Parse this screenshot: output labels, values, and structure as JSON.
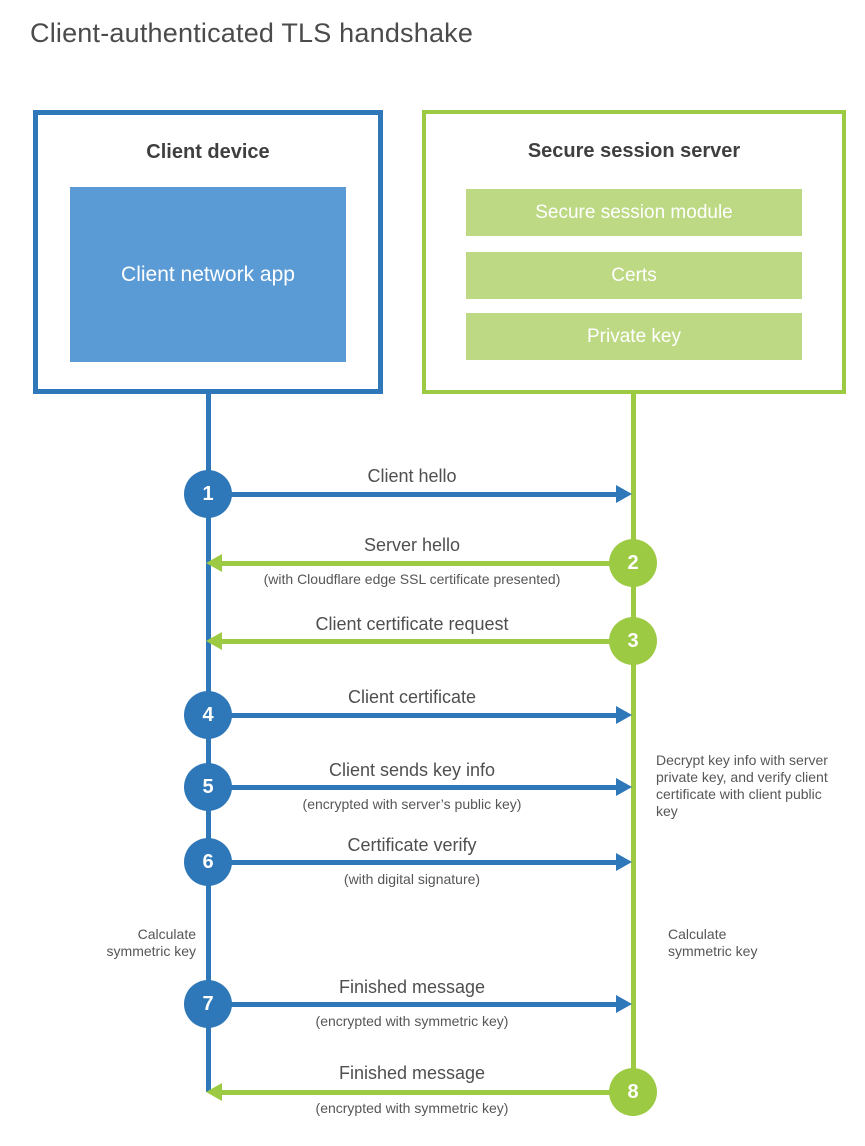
{
  "title": "Client-authenticated TLS handshake",
  "colors": {
    "client_accent": "#2e77b8",
    "client_fill": "#5b9bd5",
    "server_accent": "#9cca43",
    "server_fill": "#bdd983",
    "heading_text": "#3f3f3f",
    "label_text": "#4f4f4f"
  },
  "client": {
    "title": "Client device",
    "app_label": "Client network app"
  },
  "server": {
    "title": "Secure session server",
    "modules": [
      "Secure session module",
      "Certs",
      "Private key"
    ]
  },
  "messages": [
    {
      "num": "1",
      "label": "Client hello",
      "sub": "",
      "direction": "client-to-server"
    },
    {
      "num": "2",
      "label": "Server hello",
      "sub": "(with Cloudflare edge SSL certificate presented)",
      "direction": "server-to-client"
    },
    {
      "num": "3",
      "label": "Client certificate request",
      "sub": "",
      "direction": "server-to-client"
    },
    {
      "num": "4",
      "label": "Client certificate",
      "sub": "",
      "direction": "client-to-server"
    },
    {
      "num": "5",
      "label": "Client sends key info",
      "sub": "(encrypted with server’s public key)",
      "direction": "client-to-server"
    },
    {
      "num": "6",
      "label": "Certificate verify",
      "sub": "(with digital signature)",
      "direction": "client-to-server"
    },
    {
      "num": "7",
      "label": "Finished message",
      "sub": "(encrypted with symmetric key)",
      "direction": "client-to-server"
    },
    {
      "num": "8",
      "label": "Finished message",
      "sub": "(encrypted with symmetric key)",
      "direction": "server-to-client"
    }
  ],
  "notes": {
    "decrypt": "Decrypt key info with server private key, and verify client certificate with client public key",
    "calc_left": "Calculate symmetric key",
    "calc_right": "Calculate symmetric key"
  }
}
